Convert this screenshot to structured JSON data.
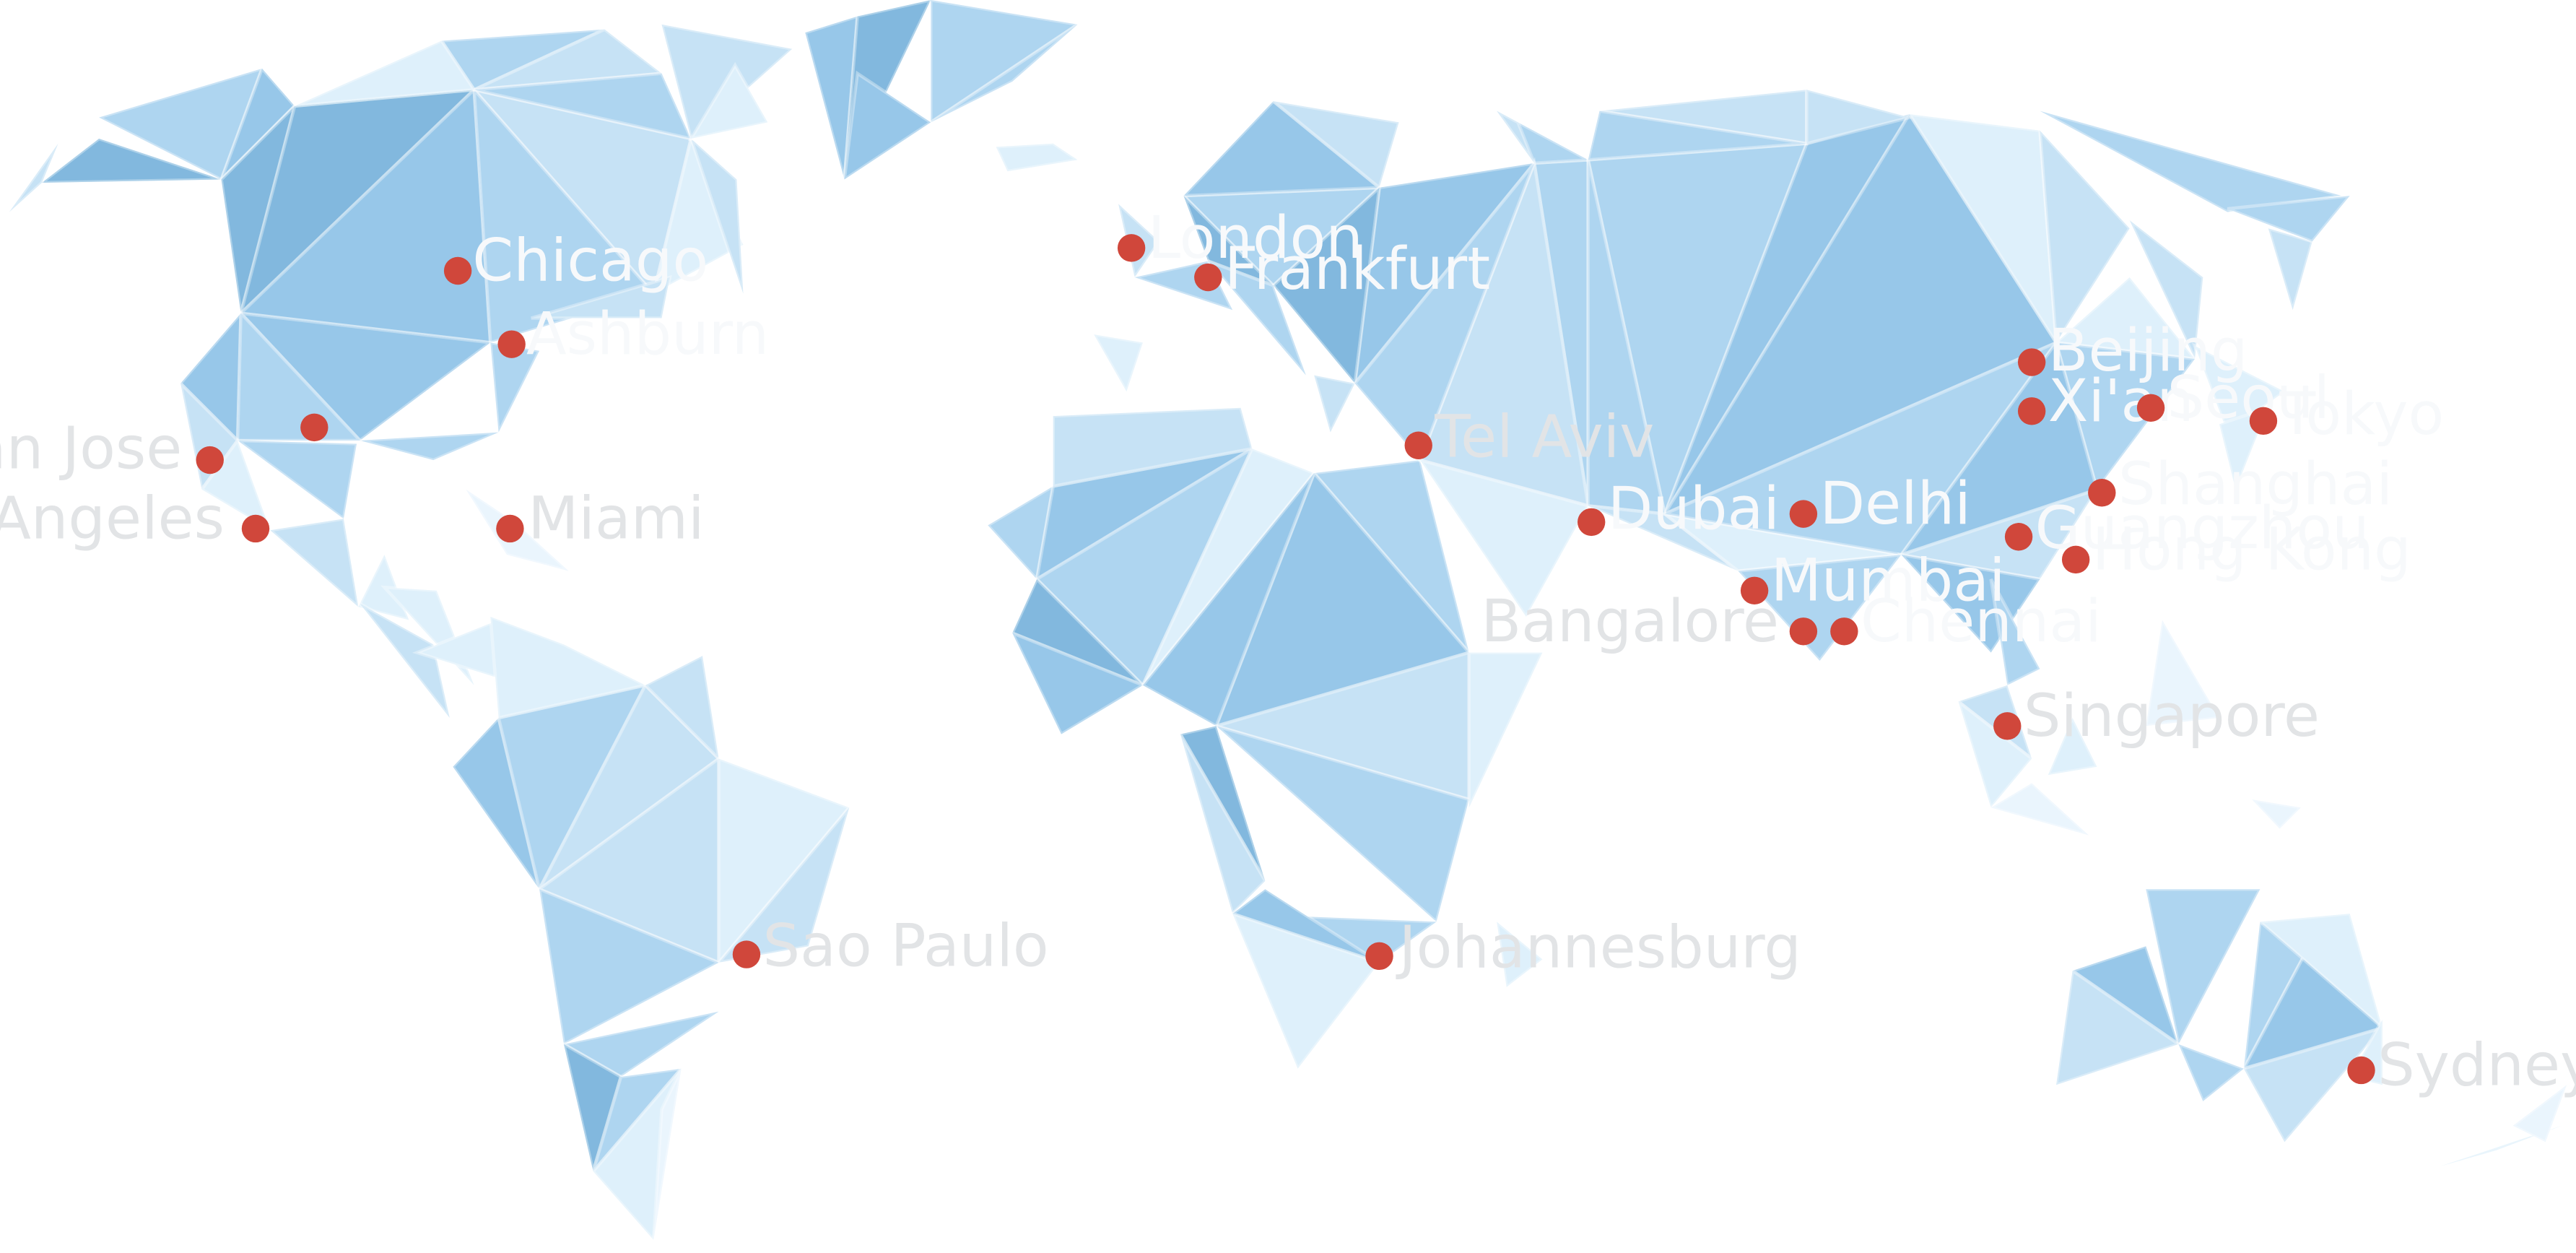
{
  "palette": {
    "dot": "#d0473b",
    "label": "#f7f9fb",
    "label_on_white": "#e2e4e6",
    "tones": [
      "#82b8de",
      "#97c7e9",
      "#aed5f0",
      "#c6e2f5",
      "#def0fb",
      "#eaf5fd"
    ]
  },
  "cities": [
    {
      "id": "chicago",
      "name": "Chicago"
    },
    {
      "id": "ashburn",
      "name": "Ashburn"
    },
    {
      "id": "dallas",
      "name": ""
    },
    {
      "id": "san-jose",
      "name": "San Jose"
    },
    {
      "id": "los-angeles",
      "name": "Los Angeles"
    },
    {
      "id": "miami",
      "name": "Miami"
    },
    {
      "id": "sao-paulo",
      "name": "Sao Paulo"
    },
    {
      "id": "london",
      "name": "London"
    },
    {
      "id": "frankfurt",
      "name": "Frankfurt"
    },
    {
      "id": "tel-aviv",
      "name": "Tel Aviv"
    },
    {
      "id": "johannesburg",
      "name": "Johannesburg"
    },
    {
      "id": "dubai",
      "name": "Dubai"
    },
    {
      "id": "delhi",
      "name": "Delhi"
    },
    {
      "id": "mumbai",
      "name": "Mumbai"
    },
    {
      "id": "bangalore",
      "name": "Bangalore"
    },
    {
      "id": "chennai",
      "name": "Chennai"
    },
    {
      "id": "beijing",
      "name": "Beijing"
    },
    {
      "id": "xian",
      "name": "Xi'an"
    },
    {
      "id": "seoul",
      "name": "Seoul"
    },
    {
      "id": "tokyo",
      "name": "Tokyo"
    },
    {
      "id": "shanghai",
      "name": "Shanghai"
    },
    {
      "id": "guangzhou",
      "name": "Guangzhou"
    },
    {
      "id": "hong-kong",
      "name": "Hong Kong"
    },
    {
      "id": "singapore",
      "name": "Singapore"
    },
    {
      "id": "sydney",
      "name": "Sydney"
    }
  ]
}
